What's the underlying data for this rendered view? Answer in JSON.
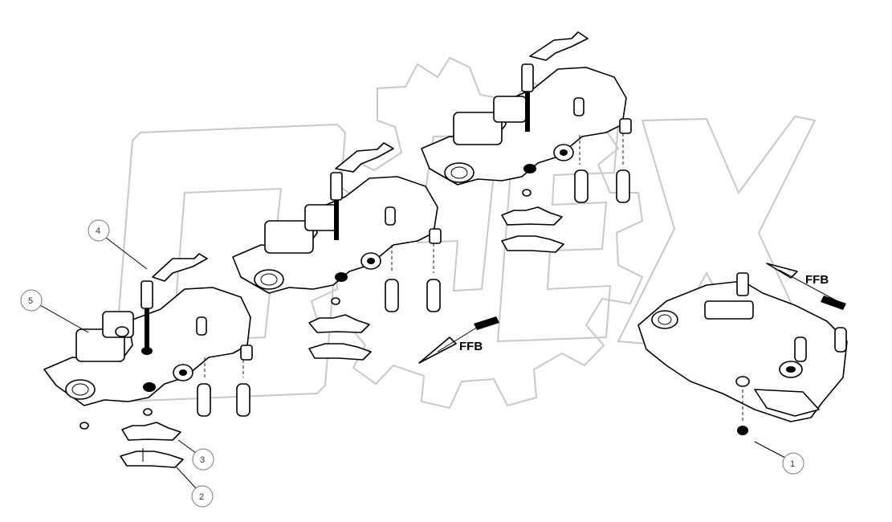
{
  "diagram": {
    "callouts": [
      {
        "id": "c1",
        "label": "1"
      },
      {
        "id": "c2",
        "label": "2"
      },
      {
        "id": "c3",
        "label": "3"
      },
      {
        "id": "c4",
        "label": "4"
      },
      {
        "id": "c5",
        "label": "5"
      }
    ],
    "direction_labels": {
      "lower": "FFB",
      "right": "FFB"
    },
    "watermark": "OPEX",
    "colors": {
      "line": "#000000",
      "watermark": "#c8c8c8",
      "callout": "#777777"
    }
  }
}
